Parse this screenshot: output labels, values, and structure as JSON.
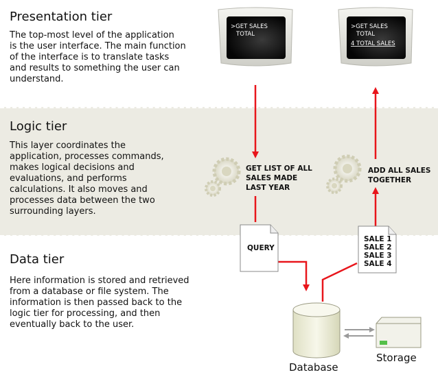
{
  "tiers": {
    "presentation": {
      "title": "Presentation tier",
      "description": "The top-most level of the application\nis the user interface. The main function\nof the interface is to translate tasks\nand results to something the user can\nunderstand."
    },
    "logic": {
      "title": "Logic tier",
      "description": "This layer coordinates the\napplication, processes commands,\nmakes logical decisions and\nevaluations, and performs\ncalculations.  It also moves and\nprocesses data between the two\nsurrounding layers."
    },
    "data": {
      "title": "Data tier",
      "description": "Here information is stored and retrieved\nfrom a database or file system.  The\ninformation is then passed back to the\nlogic tier for processing, and then\neventually back to the user."
    }
  },
  "screens": {
    "left": {
      "line1": ">GET SALES",
      "line2": "TOTAL"
    },
    "right": {
      "line1": ">GET SALES",
      "line2": "TOTAL",
      "line3": "4 TOTAL SALES"
    }
  },
  "logic_steps": {
    "left": {
      "line1": "GET LIST OF ALL",
      "line2": "SALES MADE",
      "line3": "LAST YEAR"
    },
    "right": {
      "line1": "ADD ALL SALES",
      "line2": "TOGETHER"
    }
  },
  "documents": {
    "query": "QUERY",
    "sales": [
      "SALE 1",
      "SALE 2",
      "SALE 3",
      "SALE 4"
    ]
  },
  "storage": {
    "database_label": "Database",
    "storage_label": "Storage"
  },
  "colors": {
    "arrow": "#e8151b",
    "logic_band": "#ecebe3",
    "screen": "#0a0a0a",
    "storage_led": "#55c04a"
  },
  "icons": [
    "gear-icon",
    "document-icon",
    "database-icon",
    "storage-drive-icon",
    "monitor-icon"
  ]
}
